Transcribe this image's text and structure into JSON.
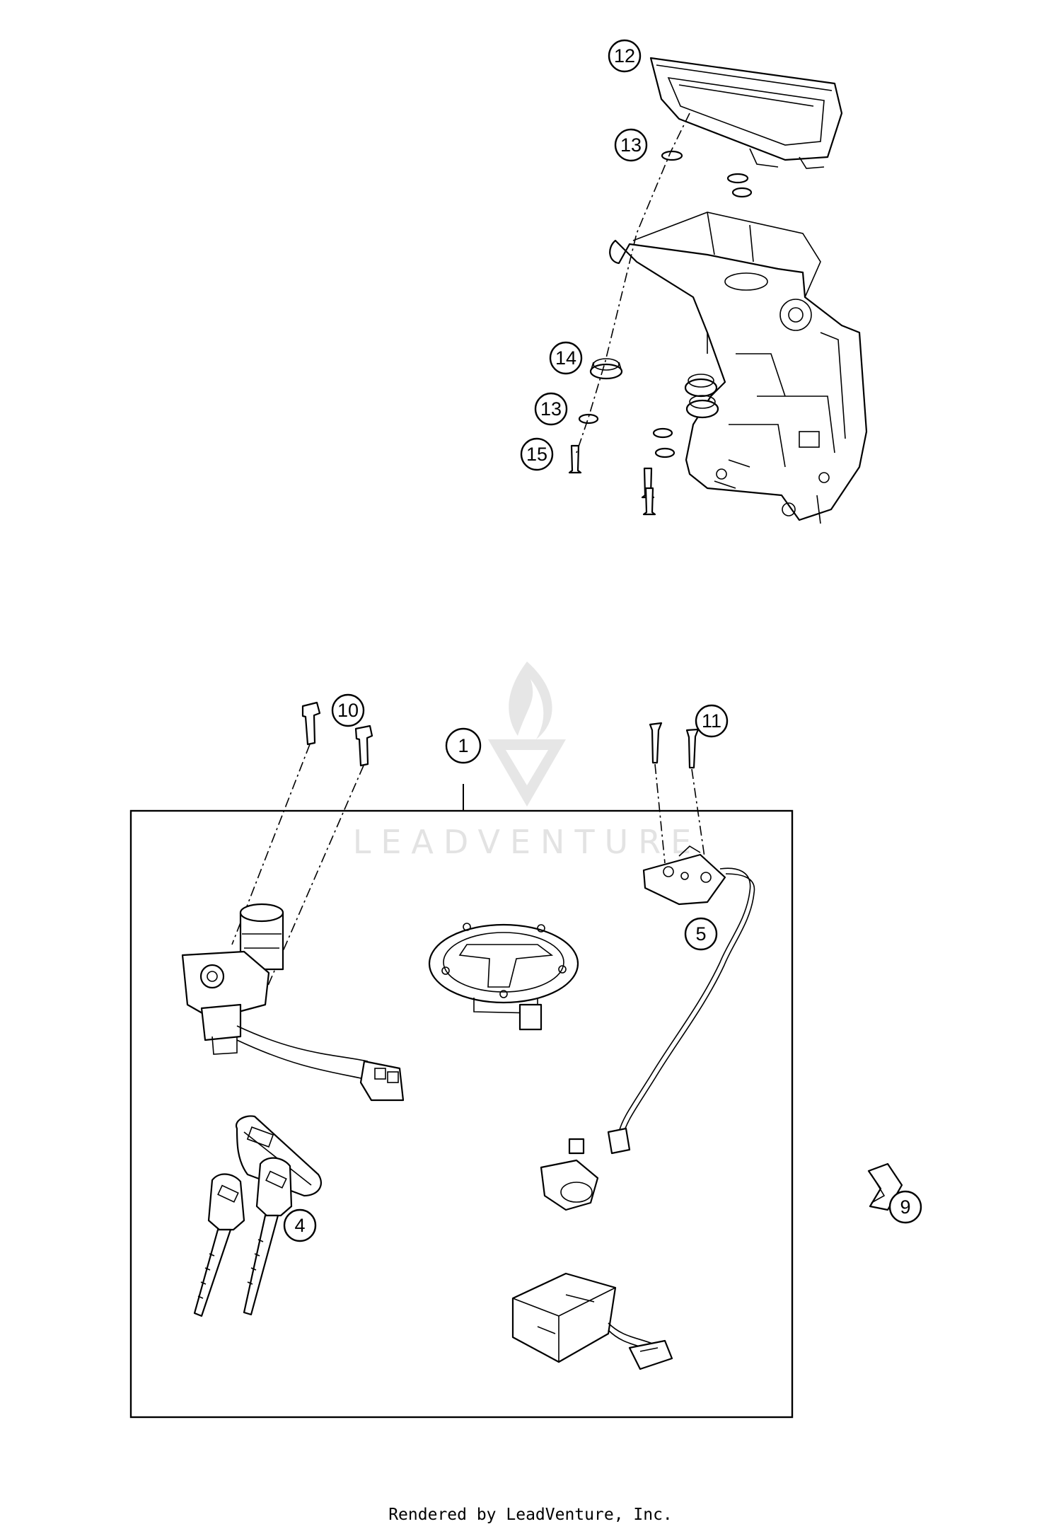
{
  "diagram": {
    "callouts": [
      {
        "label": "12"
      },
      {
        "label": "13"
      },
      {
        "label": "14"
      },
      {
        "label": "13"
      },
      {
        "label": "15"
      },
      {
        "label": "10"
      },
      {
        "label": "1"
      },
      {
        "label": "11"
      },
      {
        "label": "5"
      },
      {
        "label": "4"
      },
      {
        "label": "9"
      }
    ],
    "watermark": "LEADVENTURE",
    "footer": "Rendered by LeadVenture, Inc."
  },
  "colors": {
    "line": "#000000",
    "watermark": "#e3e3e3",
    "background": "#ffffff"
  }
}
